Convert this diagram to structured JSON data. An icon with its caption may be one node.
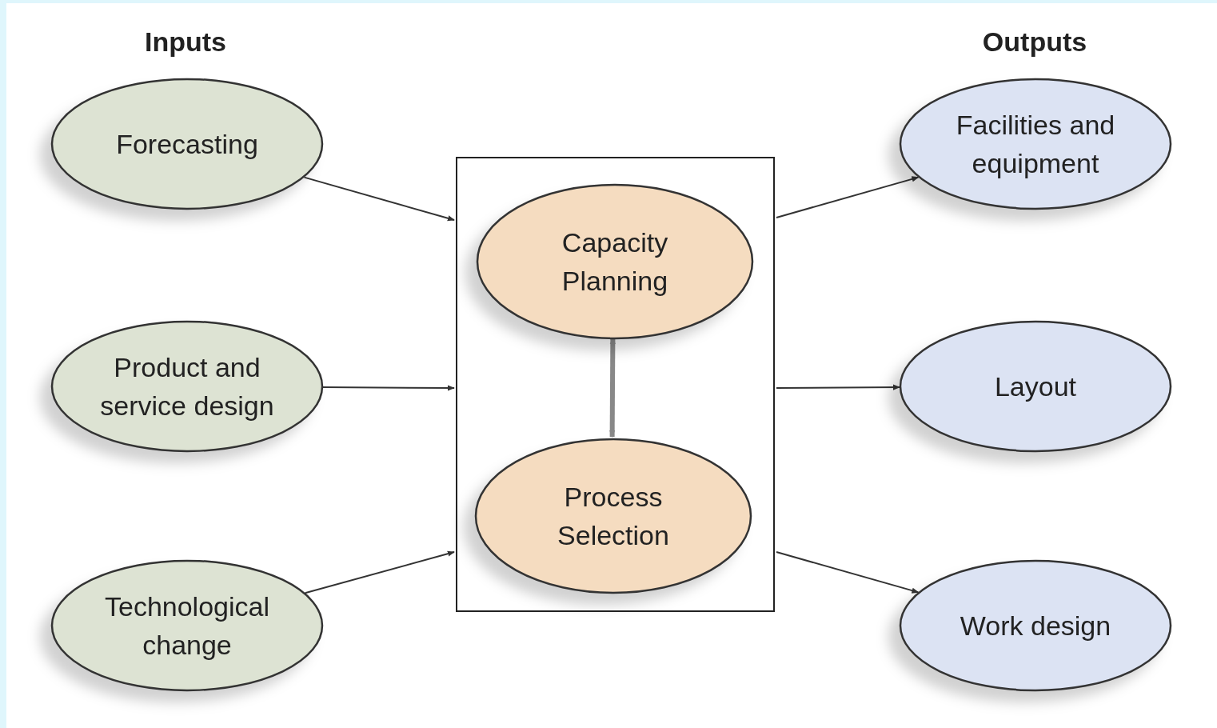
{
  "diagram": {
    "nodes": [
      {
        "text": [],
        "shape": "box"
      },
      {
        "text": [
          "Capacity Planning"
        ],
        "in": 0
      },
      {
        "text": [
          "Process Selection"
        ],
        "in": 0
      },
      {
        "text": [
          "Forecasting"
        ]
      },
      {
        "text": [
          "Product and service design"
        ]
      },
      {
        "text": [
          "Technological change"
        ]
      },
      {
        "text": [
          "Facilities and equipment"
        ]
      },
      {
        "text": [
          "Layout"
        ]
      },
      {
        "text": [
          "Work design"
        ]
      }
    ],
    "edges": [
      {
        "from": 3,
        "to": 0,
        "arrow": "to"
      },
      {
        "from": 4,
        "to": 0,
        "arrow": "to"
      },
      {
        "from": 5,
        "to": 0,
        "arrow": "to"
      },
      {
        "from": 0,
        "to": 6,
        "arrow": "to"
      },
      {
        "from": 0,
        "to": 7,
        "arrow": "to"
      },
      {
        "from": 0,
        "to": 8,
        "arrow": "to"
      },
      {
        "from": 1,
        "to": 2,
        "arrow": "both",
        "style": "thick",
        "color": "#888888"
      }
    ],
    "labels": [
      "Inputs",
      "Outputs"
    ]
  }
}
